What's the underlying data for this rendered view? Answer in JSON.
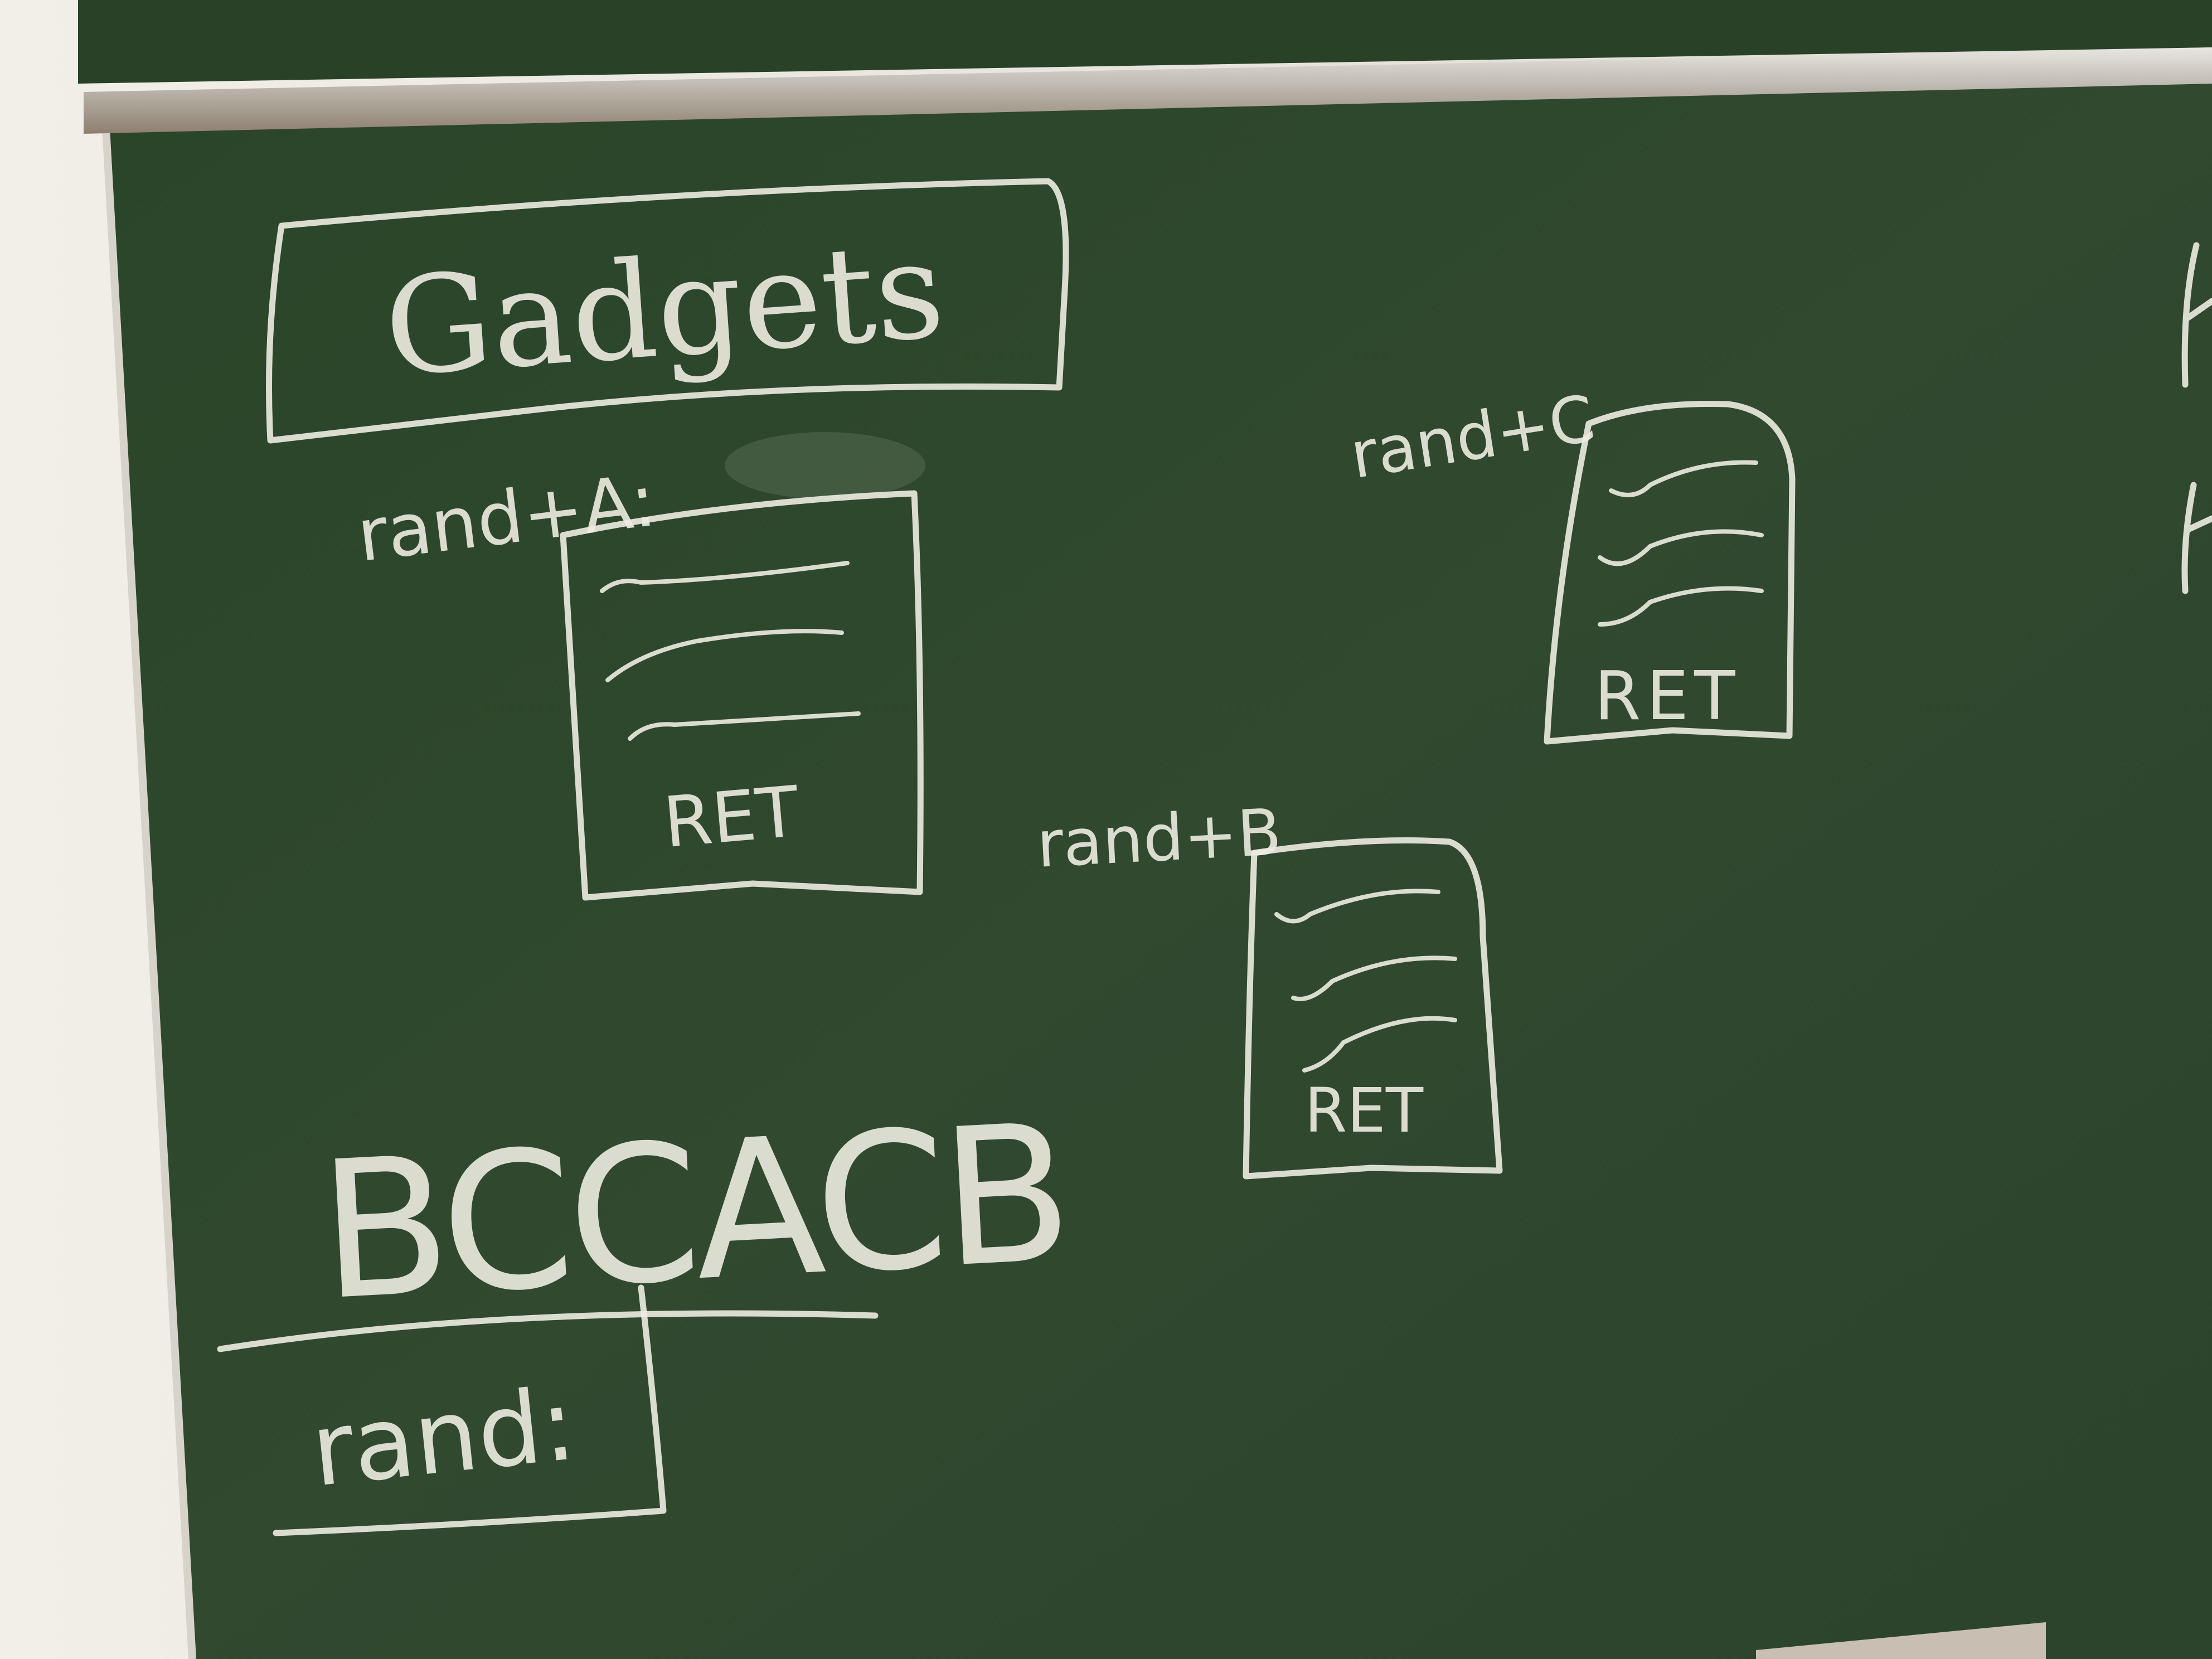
{
  "colors": {
    "board_green": "#2f4a2e",
    "chalk_white": "#eeece2",
    "wall": "#ece9e4",
    "rail": "#c9c4bb"
  },
  "board": {
    "title": "Gadgets",
    "gadget_a": {
      "label": "rand+A:",
      "ret": "RET"
    },
    "gadget_b": {
      "label": "rand+B",
      "ret": "RET"
    },
    "gadget_c": {
      "label": "rand+C",
      "ret": "RET"
    },
    "chain": "BCCACB",
    "rand_box": "rand:"
  }
}
